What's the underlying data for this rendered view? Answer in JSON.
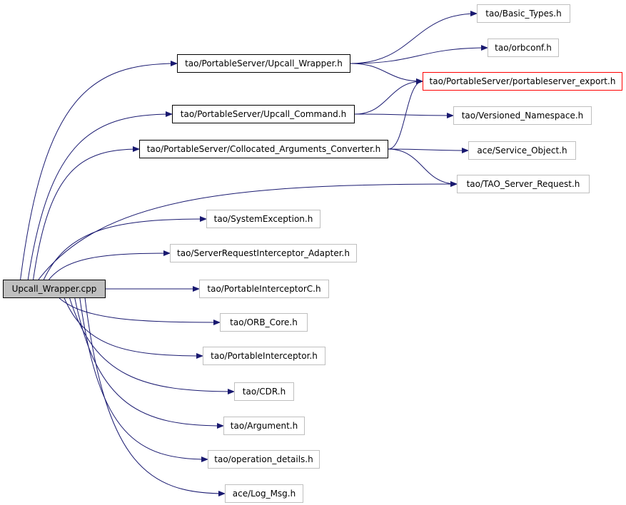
{
  "graph": {
    "root": "Upcall_Wrapper.cpp",
    "nodes": {
      "upcall_wrapper_h": "tao/PortableServer/Upcall_Wrapper.h",
      "upcall_command_h": "tao/PortableServer/Upcall_Command.h",
      "collocated_args_h": "tao/PortableServer/Collocated_Arguments_Converter.h",
      "basic_types_h": "tao/Basic_Types.h",
      "orbconf_h": "tao/orbconf.h",
      "ps_export_h": "tao/PortableServer/portableserver_export.h",
      "versioned_ns_h": "tao/Versioned_Namespace.h",
      "service_object_h": "ace/Service_Object.h",
      "server_request_h": "tao/TAO_Server_Request.h",
      "system_exception_h": "tao/SystemException.h",
      "sri_adapter_h": "tao/ServerRequestInterceptor_Adapter.h",
      "pi_c_h": "tao/PortableInterceptorC.h",
      "orb_core_h": "tao/ORB_Core.h",
      "pi_h": "tao/PortableInterceptor.h",
      "cdr_h": "tao/CDR.h",
      "argument_h": "tao/Argument.h",
      "op_details_h": "tao/operation_details.h",
      "log_msg_h": "ace/Log_Msg.h"
    },
    "edges": [
      [
        "root",
        "upcall_wrapper_h"
      ],
      [
        "root",
        "upcall_command_h"
      ],
      [
        "root",
        "collocated_args_h"
      ],
      [
        "root",
        "server_request_h"
      ],
      [
        "root",
        "system_exception_h"
      ],
      [
        "root",
        "sri_adapter_h"
      ],
      [
        "root",
        "pi_c_h"
      ],
      [
        "root",
        "orb_core_h"
      ],
      [
        "root",
        "pi_h"
      ],
      [
        "root",
        "cdr_h"
      ],
      [
        "root",
        "argument_h"
      ],
      [
        "root",
        "op_details_h"
      ],
      [
        "root",
        "log_msg_h"
      ],
      [
        "upcall_wrapper_h",
        "basic_types_h"
      ],
      [
        "upcall_wrapper_h",
        "orbconf_h"
      ],
      [
        "upcall_wrapper_h",
        "ps_export_h"
      ],
      [
        "upcall_command_h",
        "ps_export_h"
      ],
      [
        "upcall_command_h",
        "versioned_ns_h"
      ],
      [
        "collocated_args_h",
        "ps_export_h"
      ],
      [
        "collocated_args_h",
        "service_object_h"
      ],
      [
        "collocated_args_h",
        "server_request_h"
      ]
    ],
    "colors": {
      "edge": "#191970",
      "default_border": "#bfbfbf",
      "documented_border": "#000000",
      "highlight_border": "#ff0000",
      "root_fill": "#bfbfbf"
    }
  }
}
